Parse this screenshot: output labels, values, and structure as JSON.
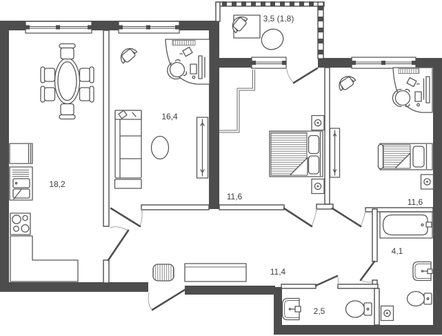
{
  "plan": {
    "type": "apartment-floor-plan",
    "colors": {
      "wall": "#4d4d4d",
      "furniture_line": "#575757",
      "background": "#ffffff",
      "label_text": "#3c3c3c"
    },
    "rooms": [
      {
        "id": "kitchen-living-room",
        "area_label": "18,2"
      },
      {
        "id": "living-room",
        "area_label": "16,4"
      },
      {
        "id": "balcony",
        "area_label": "3,5 (1,8)"
      },
      {
        "id": "bedroom-1",
        "area_label": "11,6"
      },
      {
        "id": "bedroom-2",
        "area_label": "11,6"
      },
      {
        "id": "bathroom",
        "area_label": "4,1"
      },
      {
        "id": "hallway",
        "area_label": "11,4"
      },
      {
        "id": "wc",
        "area_label": "2,5"
      }
    ]
  }
}
